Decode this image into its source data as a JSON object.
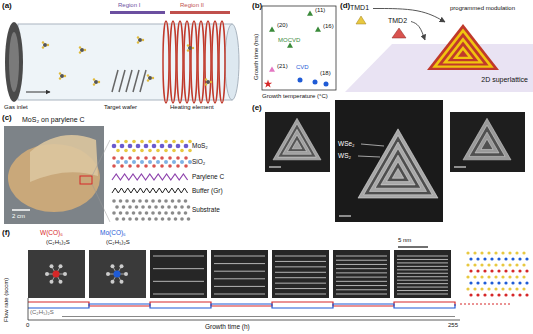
{
  "diagram": {
    "nodes": [
      {
        "text": [
          "TMD1"
        ]
      },
      {
        "text": [
          "TMD2"
        ]
      },
      {
        "text": [
          "2D superlattice"
        ]
      }
    ],
    "edges": [
      {
        "from": 0,
        "to": 2,
        "arrow": "to"
      },
      {
        "from": 1,
        "to": 2,
        "arrow": "to"
      }
    ],
    "labels": [
      "(a)",
      "Gas inlet",
      "Region I",
      "Region II",
      "Heating element",
      "Target wafer",
      "(b)",
      "Growth time (hrs)",
      "Growth temperature (°C)",
      "MOCVD",
      "CVD",
      "(11)",
      "(16)",
      "(20)",
      "(21)",
      "(18)",
      "(c)",
      "MoS₂ on parylene C",
      "2 cm",
      "MoS₂",
      "SiO₂",
      "Parylene C",
      "Buffer (Gr)",
      "Substrate",
      "(d)",
      "programmed modulation",
      "(e)",
      "WSe₂",
      "WS₂",
      "(f)",
      "W(CO)₆",
      "(C₂H₅)₂S",
      "Mo(CO)₆",
      "(C₂H₅)₂S",
      "5 nm",
      "Flow rate (sccm)",
      "(C₂H₅)₂S",
      "0",
      "255",
      "Growth time (h)"
    ]
  }
}
